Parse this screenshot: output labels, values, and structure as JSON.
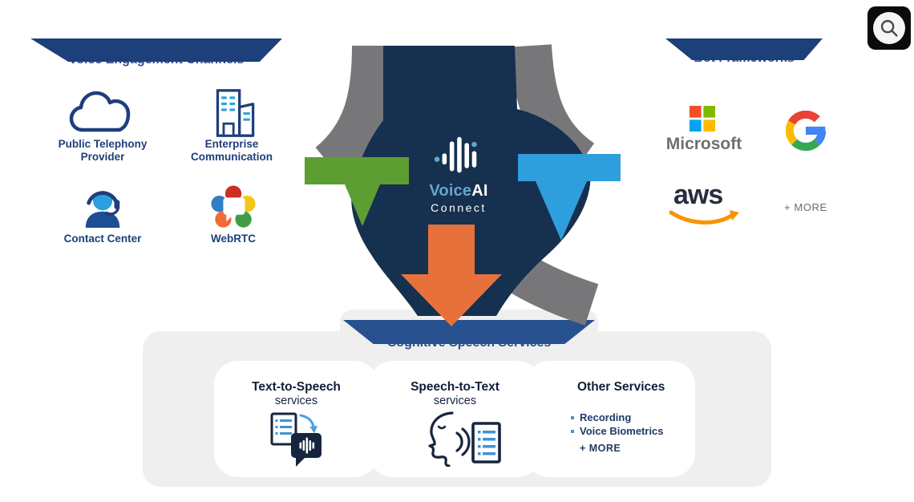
{
  "colors": {
    "navy_center": "#16304f",
    "ribbon_blue": "#1d3f7a",
    "ribbon_blue_bottom": "#27508f",
    "arrow_green": "#5d9e33",
    "arrow_blue": "#2f9edd",
    "arrow_orange": "#e8713b",
    "arrow_gray": "#77777a",
    "label_navy": "#1e3f7c",
    "bullet_blue": "#4a90d9"
  },
  "left": {
    "ribbon_label": "Voice Engagement Channels",
    "items": [
      {
        "label": "Public Telephony\nProvider",
        "icon": "cloud-icon"
      },
      {
        "label": "Enterprise\nCommunication",
        "icon": "office-building-icon"
      },
      {
        "label": "Contact Center",
        "icon": "agent-headset-icon"
      },
      {
        "label": "WebRTC",
        "icon": "webrtc-logo-icon"
      }
    ]
  },
  "right": {
    "ribbon_label": "Bot Frameworks",
    "items": [
      {
        "label": "Microsoft",
        "icon": "microsoft-logo-icon"
      },
      {
        "label": "",
        "icon": "google-logo-icon"
      },
      {
        "label": "aws",
        "icon": "aws-logo-icon"
      },
      {
        "label": "+ MORE",
        "icon": ""
      }
    ]
  },
  "center": {
    "logo_word_primary": "Voice",
    "logo_word_secondary": "AI",
    "logo_subtitle": "Connect",
    "icon": "voice-waveform-icon"
  },
  "bottom": {
    "ribbon_label": "Cognitive Speech Services",
    "cards": [
      {
        "title": "Text-to-Speech",
        "subtitle": "services",
        "icon": "text-to-speech-icon"
      },
      {
        "title": "Speech-to-Text",
        "subtitle": "services",
        "icon": "speech-to-text-icon"
      },
      {
        "title": "Other Services",
        "bullets": [
          "Recording",
          "Voice Biometrics"
        ],
        "more_label": "+ MORE"
      }
    ]
  }
}
